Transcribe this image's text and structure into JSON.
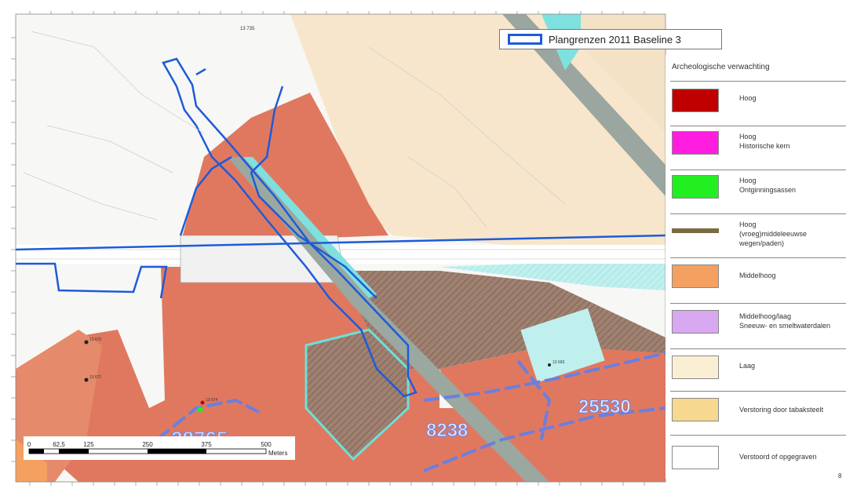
{
  "map": {
    "top_marker": "13 735",
    "parcel_labels": [
      "28765",
      "8238",
      "25530"
    ],
    "point_labels": [
      "13 670",
      "13 671",
      "13 674",
      "13 693"
    ],
    "scale": {
      "ticks": [
        "0",
        "62,5",
        "125",
        "250",
        "375",
        "500"
      ],
      "unit": "Meters"
    },
    "colors": {
      "hoog": "#e07860",
      "laag": "#f7e6cc",
      "cyan": "#7fe0e0",
      "boundary": "#1e5bd8",
      "parcel": "#6a7fe0"
    }
  },
  "top_legend": {
    "label": "Plangrenzen 2011 Baseline 3",
    "color": "#1e5bd8"
  },
  "legend": {
    "title": "Archeologische verwachting",
    "items": [
      {
        "label1": "Hoog",
        "label2": "",
        "label3": "",
        "color": "#c00000",
        "kind": "box"
      },
      {
        "label1": "Hoog",
        "label2": "Historische kern",
        "label3": "",
        "color": "#ff1ee0",
        "kind": "box"
      },
      {
        "label1": "Hoog",
        "label2": "Ontginningsassen",
        "label3": "",
        "color": "#22ee22",
        "kind": "box"
      },
      {
        "label1": "Hoog",
        "label2": "(vroeg)middeleeuwse",
        "label3": "wegen/paden)",
        "color": "#7a6a44",
        "kind": "line"
      },
      {
        "label1": "Middelhoog",
        "label2": "",
        "label3": "",
        "color": "#f4a060",
        "kind": "box"
      },
      {
        "label1": "Middelhoog/laag",
        "label2": "Sneeuw- en smeltwaterdalen",
        "label3": "",
        "color": "#d8a8f0",
        "kind": "box"
      },
      {
        "label1": "Laag",
        "label2": "",
        "label3": "",
        "color": "#fbefd3",
        "kind": "box"
      },
      {
        "label1": "Verstoring door tabaksteelt",
        "label2": "",
        "label3": "",
        "color": "#f7d890",
        "kind": "box"
      },
      {
        "label1": "Verstoord of opgegraven",
        "label2": "",
        "label3": "",
        "color": "#ffffff",
        "kind": "box"
      }
    ],
    "corner_marker": "8"
  }
}
